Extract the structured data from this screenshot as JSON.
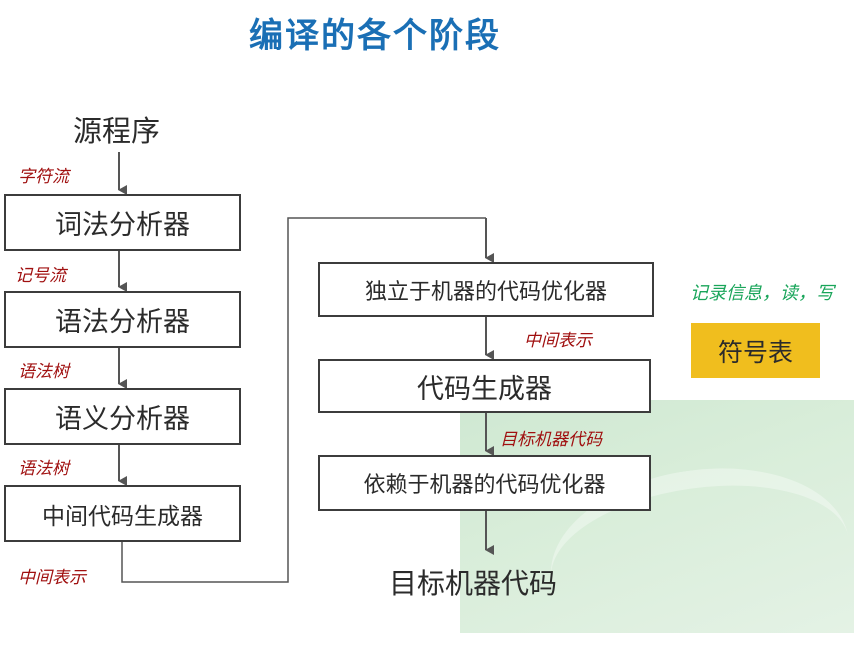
{
  "title": "编译的各个阶段",
  "source": "源程序",
  "target": "目标机器代码",
  "left_column": [
    {
      "label": "词法分析器",
      "edge_in": "字符流"
    },
    {
      "label": "语法分析器",
      "edge_in": "记号流"
    },
    {
      "label": "语义分析器",
      "edge_in": "语法树"
    },
    {
      "label": "中间代码生成器",
      "edge_in": "语法树"
    }
  ],
  "left_exit_label": "中间表示",
  "right_column": [
    {
      "label": "独立于机器的代码优化器"
    },
    {
      "label": "代码生成器",
      "edge_in": "中间表示"
    },
    {
      "label": "依赖于机器的代码优化器",
      "edge_in": "目标机器代码"
    }
  ],
  "symbol_table": {
    "label": "符号表",
    "note": "记录信息，读，写"
  },
  "colors": {
    "title": "#1a6fb5",
    "edge_label": "#a01010",
    "note": "#19a55a",
    "symbol_table_fill": "#f0be1e",
    "background_panel": "#d8edd9"
  }
}
